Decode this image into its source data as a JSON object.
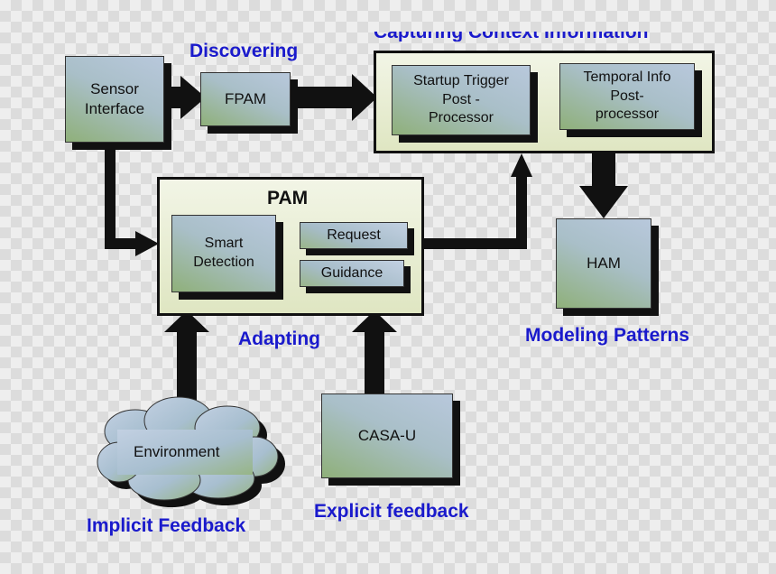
{
  "labels": {
    "discovering": "Discovering",
    "capturing": "Capturing Context Information",
    "adapting": "Adapting",
    "modeling_patterns": "Modeling Patterns",
    "implicit_feedback": "Implicit Feedback",
    "explicit_feedback": "Explicit feedback"
  },
  "boxes": {
    "sensor_interface": "Sensor\nInterface",
    "fpam": "FPAM",
    "startup_trigger": "Startup Trigger\nPost -\nProcessor",
    "temporal_info": "Temporal Info\nPost-\nprocessor",
    "ham": "HAM",
    "smart_detection": "Smart\nDetection",
    "request": "Request",
    "guidance": "Guidance",
    "casa_u": "CASA-U",
    "environment": "Environment"
  },
  "panels": {
    "pam_title": "PAM"
  },
  "colors": {
    "label_blue": "#1a1acc",
    "arrow": "#111111",
    "panel_fill": "#e6ecd0",
    "box_blue": "#b8c8dc",
    "box_green": "#8fb07a"
  }
}
